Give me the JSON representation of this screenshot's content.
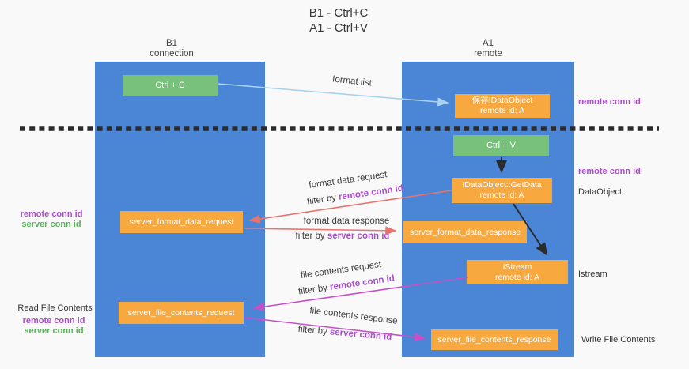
{
  "title": {
    "line1": "B1 - Ctrl+C",
    "line2": "A1 - Ctrl+V"
  },
  "lanes": {
    "left": {
      "name": "B1",
      "subtitle": "connection"
    },
    "right": {
      "name": "A1",
      "subtitle": "remote"
    }
  },
  "boxes": {
    "ctrl_c": {
      "label": "Ctrl + C"
    },
    "ctrl_v": {
      "label": "Ctrl + V"
    },
    "save_dataobject": {
      "line1": "保存IDataObject",
      "line2": "remote id: A"
    },
    "getdata": {
      "line1": "IDataObject::GetData",
      "line2": "remote id: A"
    },
    "istream": {
      "line1": "IStream",
      "line2": "remote id: A"
    },
    "format_request": {
      "label": "server_format_data_request"
    },
    "format_response": {
      "label": "server_format_data_response"
    },
    "file_request": {
      "label": "server_file_contents_request"
    },
    "file_response": {
      "label": "server_file_contents_response"
    }
  },
  "right_labels": {
    "remote_conn_id_top": "remote conn id",
    "remote_conn_id_mid": "remote conn id",
    "dataobject": "DataObject",
    "istream": "Istream",
    "write_file_contents": "Write File Contents"
  },
  "left_labels": {
    "remote_conn_id_1": "remote conn id",
    "server_conn_id_1": "server conn id",
    "read_file_contents": "Read File Contents",
    "remote_conn_id_2": "remote conn id",
    "server_conn_id_2": "server conn id"
  },
  "flow_labels": {
    "format_list": "format list",
    "format_data_request": "format data request",
    "format_data_response": "format data response",
    "file_contents_request": "file contents request",
    "file_contents_response": "file contents response",
    "filter_by": "filter by",
    "remote_conn_id": "remote conn id",
    "server_conn_id": "server conn id"
  },
  "colors": {
    "lane_blue": "#4a85d6",
    "box_green": "#77c17b",
    "box_orange": "#f7a940",
    "arrow_light_blue": "#a9d2ee",
    "arrow_red": "#e8736e",
    "arrow_magenta": "#c750c7",
    "arrow_black": "#2b2b2b",
    "text_purple": "#a84fc8",
    "text_green": "#58b158",
    "background": "#f9f9fa"
  }
}
